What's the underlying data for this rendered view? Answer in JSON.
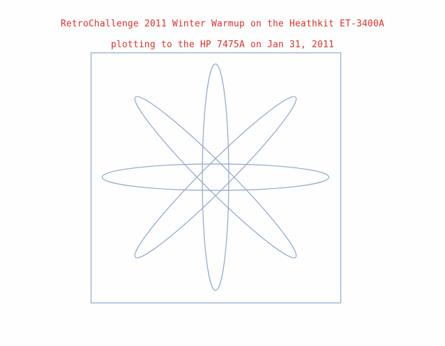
{
  "header": {
    "line1": "RetroChallenge 2011 Winter Warmup on the Heathkit ET-3400A",
    "line2": "plotting to the HP 7475A on Jan 31, 2011"
  },
  "colors": {
    "text": "#d8322e",
    "pen": "#8ea6c8",
    "paper": "#fefefe"
  },
  "figure": {
    "shape": "eight-lobe star of four elongated ellipses",
    "ellipse_count": 4,
    "rotation_step_degrees": 45
  }
}
